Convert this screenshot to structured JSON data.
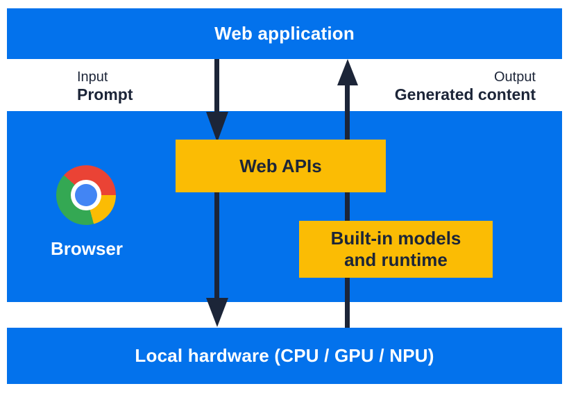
{
  "bars": {
    "web_application": {
      "label": "Web application"
    },
    "local_hardware": {
      "label": "Local hardware (CPU / GPU / NPU)"
    }
  },
  "browser": {
    "label": "Browser",
    "icon": "chrome-icon"
  },
  "boxes": {
    "web_apis": {
      "label": "Web APIs"
    },
    "builtin_models": {
      "line1": "Built-in models",
      "line2": "and runtime"
    }
  },
  "flows": {
    "input": {
      "caption": "Input",
      "detail": "Prompt",
      "direction": "down"
    },
    "output": {
      "caption": "Output",
      "detail": "Generated content",
      "direction": "up"
    }
  },
  "colors": {
    "band_blue": "#0372ec",
    "box_yellow": "#fbbc04",
    "arrow_dark": "#1c2538",
    "text_on_blue": "#ffffff",
    "chrome_red": "#ea4335",
    "chrome_yellow": "#fbbc04",
    "chrome_green": "#34a853",
    "chrome_blue": "#4285f4"
  }
}
